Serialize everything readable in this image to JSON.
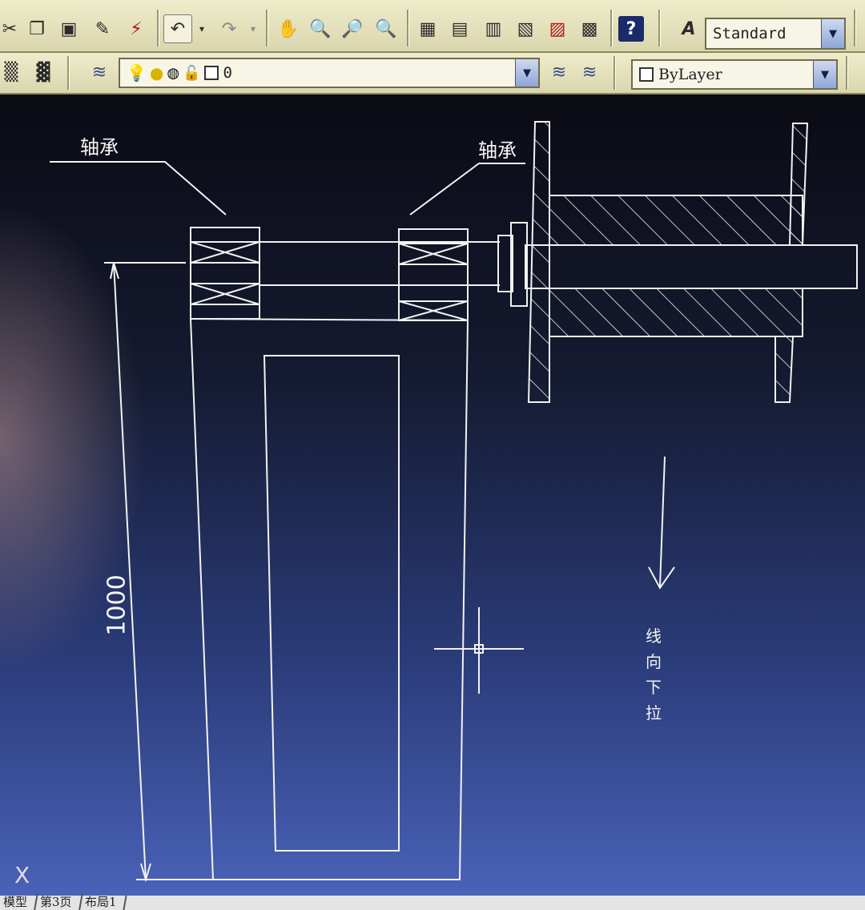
{
  "toolbar_top": {
    "icons": [
      "cut-icon",
      "copy-icon",
      "paste-icon",
      "match-properties-icon",
      "block-edit-icon",
      "undo-icon",
      "redo-icon",
      "pan-icon",
      "zoom-realtime-icon",
      "zoom-window-icon",
      "zoom-previous-icon",
      "properties-icon",
      "design-center-icon",
      "tool-palettes-icon",
      "sheet-set-icon",
      "markup-icon",
      "quickcalc-icon",
      "help-icon",
      "text-style-icon"
    ],
    "text_style": "Standard"
  },
  "toolbar_layers": {
    "current_layer": "0",
    "color_control": "ByLayer"
  },
  "drawing": {
    "label_bearing_left": "轴承",
    "label_bearing_right": "轴承",
    "dimension": "1000",
    "note": "线向下拉",
    "ucs_axis": "X",
    "line_color": "#f2f2f2"
  },
  "tabs": [
    "模型",
    "第3页",
    "布局1"
  ]
}
